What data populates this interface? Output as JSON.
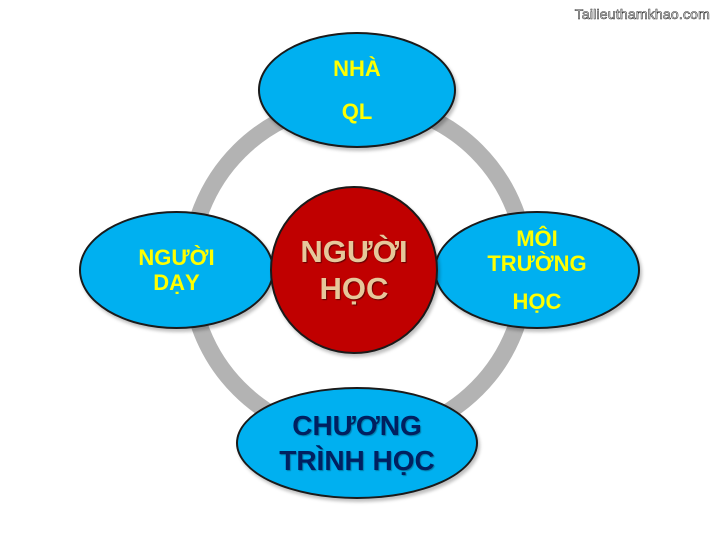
{
  "watermark": "Tailieuthamkhao.com",
  "colors": {
    "ring": "#b3b3b3",
    "oval_fill": "#00b0f0",
    "oval_text": "#ffff00",
    "center_fill": "#c00000",
    "center_text": "#e6c79a",
    "bottom_text": "#002060"
  },
  "nodes": {
    "center": {
      "line1": "NGƯỜI",
      "line2": "HỌC"
    },
    "top": {
      "line1": "NHÀ",
      "line2": "QL"
    },
    "left": {
      "line1": "NGƯỜI",
      "line2": "DẠY"
    },
    "right": {
      "line1": "MÔI",
      "line2": "TRƯỜNG",
      "line3": "HỌC"
    },
    "bottom": {
      "line1": "CHƯƠNG",
      "line2": "TRÌNH HỌC"
    }
  }
}
